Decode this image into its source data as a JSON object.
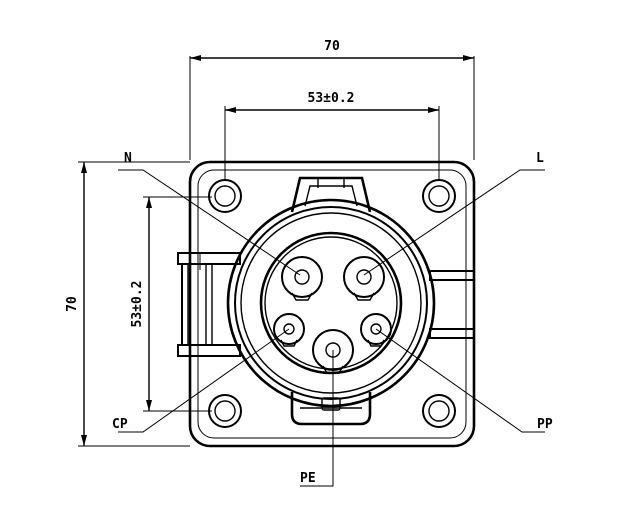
{
  "dimensions": {
    "top_width": "70",
    "top_hole_spacing": "53±0.2",
    "left_height": "70",
    "left_hole_spacing": "53±0.2"
  },
  "pins": {
    "n": "N",
    "l": "L",
    "cp": "CP",
    "pp": "PP",
    "pe": "PE"
  }
}
